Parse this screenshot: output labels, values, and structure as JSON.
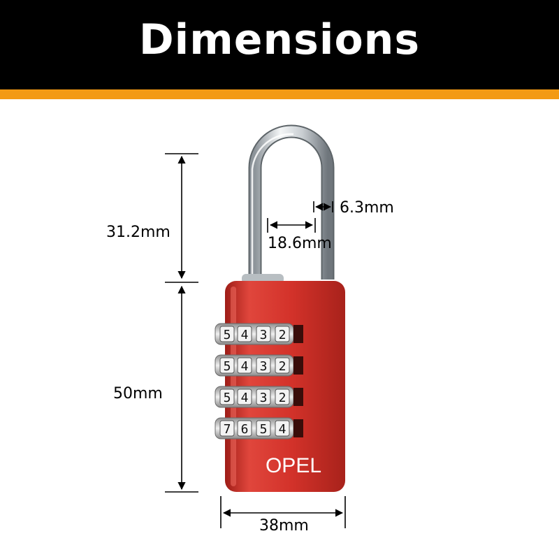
{
  "header": {
    "title": "Dimensions",
    "background_color": "#000000",
    "stripe_color": "#f39a14",
    "text_color": "#ffffff"
  },
  "product": {
    "brand_logo": "OPEL",
    "body_color": "#d3322a",
    "wheels": [
      [
        "5",
        "4",
        "3",
        "2"
      ],
      [
        "5",
        "4",
        "3",
        "2"
      ],
      [
        "5",
        "4",
        "3",
        "2"
      ],
      [
        "7",
        "6",
        "5",
        "4"
      ]
    ]
  },
  "dimensions": {
    "shackle_height": "31.2mm",
    "shackle_thickness": "6.3mm",
    "shackle_inner_width": "18.6mm",
    "body_height": "50mm",
    "body_width": "38mm"
  }
}
